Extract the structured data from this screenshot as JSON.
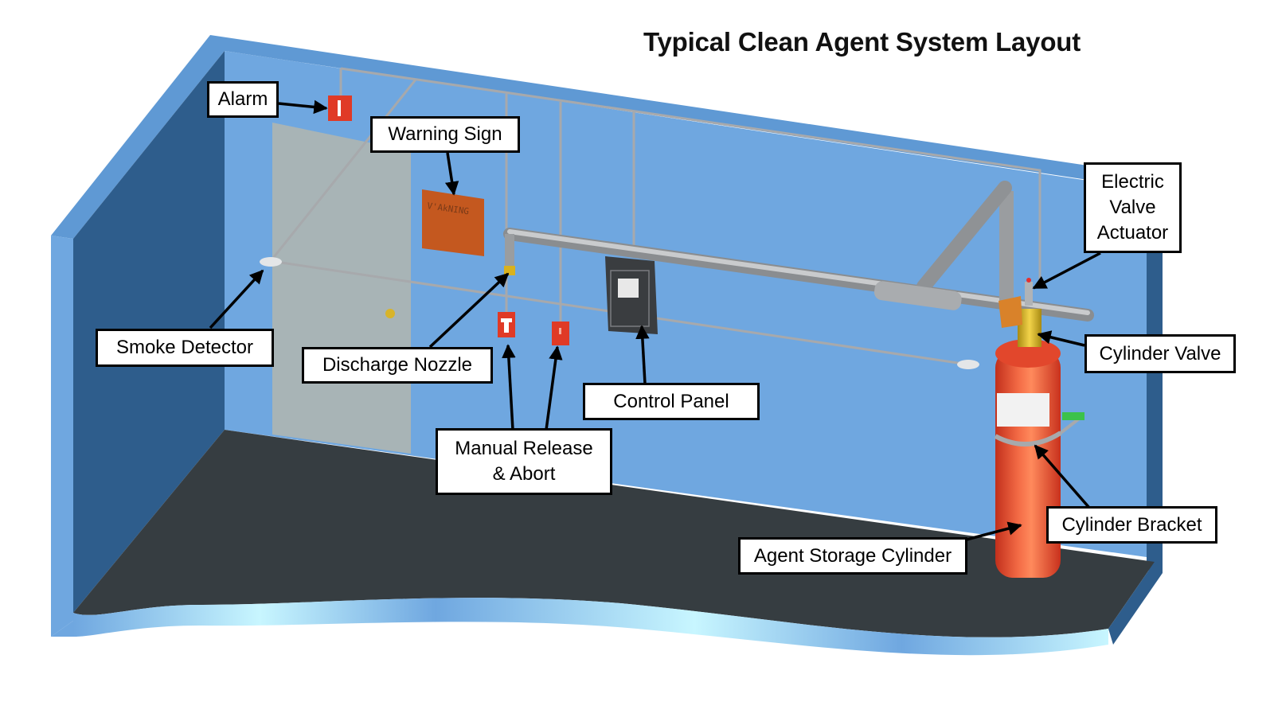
{
  "title": "Typical Clean Agent System Layout",
  "colors": {
    "wall": "#6fa7e0",
    "wall_side": "#2e5d8c",
    "floor": "#363d41",
    "door": "#a8b4b6",
    "cylinder": "#e8442a",
    "warning_sign": "#c4581f",
    "pipe": "#a7a9ac",
    "valve": "#d9b21e"
  },
  "warning_sign_text": "V'AkNING",
  "labels": {
    "alarm": "Alarm",
    "warning_sign": "Warning Sign",
    "smoke_detector": "Smoke Detector",
    "discharge_nozzle": "Discharge Nozzle",
    "manual_release": "Manual Release\n& Abort",
    "control_panel": "Control Panel",
    "electric_valve_actuator": "Electric\nValve\nActuator",
    "cylinder_valve": "Cylinder Valve",
    "cylinder_bracket": "Cylinder Bracket",
    "agent_storage_cylinder": "Agent Storage Cylinder"
  }
}
